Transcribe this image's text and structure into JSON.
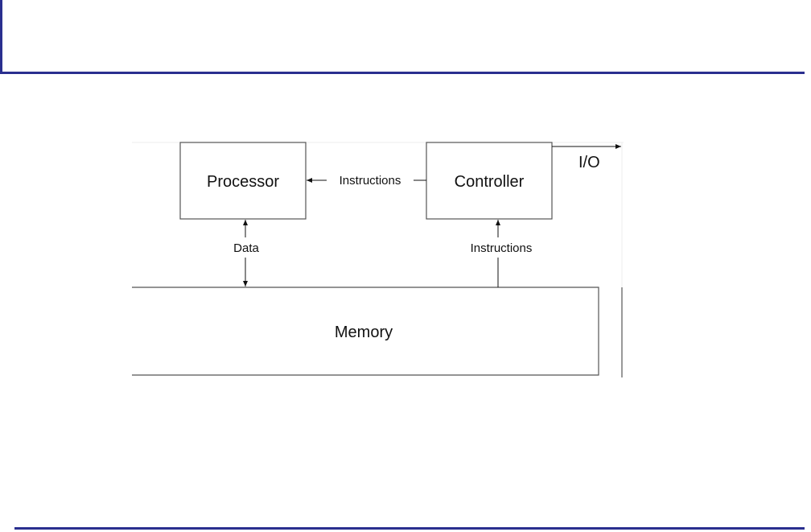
{
  "slide": {
    "accent_color": "#2a2f8f"
  },
  "diagram": {
    "nodes": {
      "processor": "Processor",
      "controller": "Controller",
      "memory": "Memory"
    },
    "edges": {
      "controller_to_processor": "Instructions",
      "processor_memory": "Data",
      "memory_to_controller": "Instructions",
      "controller_to_io": "I/O"
    }
  }
}
